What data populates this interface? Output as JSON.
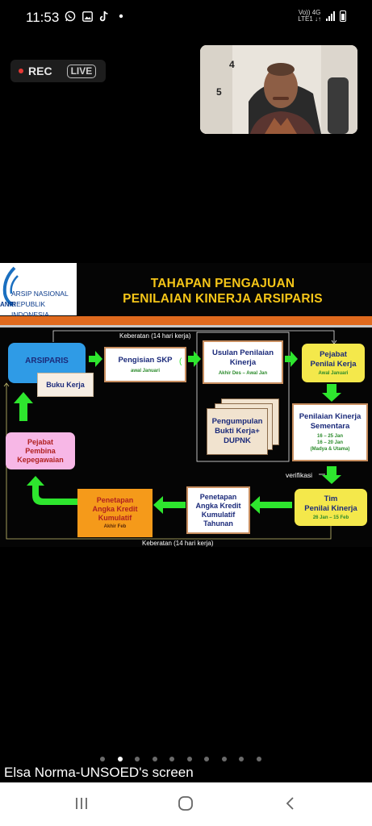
{
  "status_bar": {
    "time": "11:53",
    "network_line1": "Vo)) 4G",
    "network_line2": "LTE1 ↓↑"
  },
  "recording": {
    "rec_label": "REC",
    "live_label": "LIVE"
  },
  "slide": {
    "logo_line1": "ARSIP NASIONAL",
    "logo_line2": "REPUBLIK INDONESIA",
    "logo_abbr": "ANRI",
    "title_line1": "TAHAPAN PENGAJUAN",
    "title_line2": "PENILAIAN KINERJA ARSIPARIS",
    "keberatan_top": "Keberatan (14 hari kerja)",
    "keberatan_bottom": "Keberatan (14 hari kerja)",
    "arsiparis": "ARSIPARIS",
    "buku_kerja": "Buku Kerja",
    "pengisian_skp": "Pengisian SKP",
    "pengisian_skp_time": "awal Januari",
    "usulan_line1": "Usulan Penilaian",
    "usulan_line2": "Kinerja",
    "usulan_time": "Akhir Des – Awal Jan",
    "pejabat_line1": "Pejabat",
    "pejabat_line2": "Penilai Kerja",
    "pejabat_time": "Awal Januari",
    "pengumpulan_line1": "Pengumpulan",
    "pengumpulan_line2": "Bukti Kerja+",
    "pengumpulan_line3": "DUPNK",
    "sementara_line1": "Penilaian Kinerja",
    "sementara_line2": "Sementara",
    "sementara_time1": "16 – 25 Jan",
    "sementara_time2": "16 – 20 Jan",
    "sementara_time3": "(Madya & Utama)",
    "verifikasi": "verifikasi",
    "tim_line1": "Tim",
    "tim_line2": "Penilai Kinerja",
    "tim_time": "26 Jan – 15 Feb",
    "tahunan_line1": "Penetapan",
    "tahunan_line2": "Angka Kredit",
    "tahunan_line3": "Kumulatif",
    "tahunan_line4": "Tahunan",
    "kumulatif_line1": "Penetapan",
    "kumulatif_line2": "Angka Kredit",
    "kumulatif_line3": "Kumulatif",
    "kumulatif_time": "Akhir Feb",
    "pembina_line1": "Pejabat",
    "pembina_line2": "Pembina",
    "pembina_line3": "Kepegawaian",
    "stray_mark": "("
  },
  "caption": "Elsa Norma-UNSOED's screen",
  "pager": {
    "count": 10,
    "active_index": 1
  },
  "colors": {
    "accent_green": "#2ee62e",
    "title_yellow": "#f5c518",
    "box_blue": "#2f9be6",
    "box_yellow": "#f4e84b",
    "box_orange": "#f59a1a",
    "box_pink": "#f7b7e6",
    "text_navy": "#1b2a7a"
  }
}
